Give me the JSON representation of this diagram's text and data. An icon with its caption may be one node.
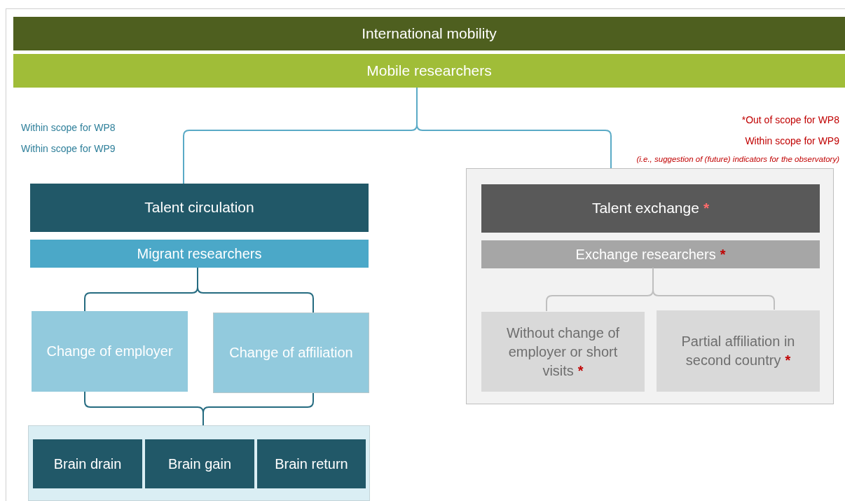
{
  "diagram": {
    "nodes": [
      {
        "text": [
          "International mobility"
        ]
      },
      {
        "text": [
          "Mobile researchers"
        ]
      },
      {
        "text": [
          "Talent circulation"
        ]
      },
      {
        "text": [
          "Migrant researchers"
        ]
      },
      {
        "text": [
          "Change of employer"
        ]
      },
      {
        "text": [
          "Change of affiliation"
        ]
      },
      {
        "text": [],
        "shape": "box"
      },
      {
        "text": [
          "Brain drain"
        ],
        "in": 6
      },
      {
        "text": [
          "Brain gain"
        ],
        "in": 6
      },
      {
        "text": [
          "Brain return"
        ],
        "in": 6
      },
      {
        "text": [],
        "shape": "box"
      },
      {
        "text": [
          "Talent exchange",
          "*"
        ],
        "in": 10
      },
      {
        "text": [
          "Exchange researchers",
          "*"
        ],
        "in": 10
      },
      {
        "text": [
          "Without change of employer or short visits",
          "*"
        ],
        "in": 10
      },
      {
        "text": [
          "Partial affiliation in second country",
          "*"
        ],
        "in": 10
      }
    ],
    "edges": [
      {
        "from": 1,
        "to": 2,
        "arrow": "none",
        "color": "#5aaac6"
      },
      {
        "from": 1,
        "to": 10,
        "arrow": "none",
        "color": "#5aaac6"
      },
      {
        "from": 3,
        "to": 4,
        "arrow": "none"
      },
      {
        "from": 3,
        "to": 5,
        "arrow": "none"
      },
      {
        "from": 4,
        "to": 6,
        "arrow": "none"
      },
      {
        "from": 5,
        "to": 6,
        "arrow": "none"
      },
      {
        "from": 12,
        "to": 13,
        "arrow": "none",
        "color": "#bfbfbf"
      },
      {
        "from": 12,
        "to": 14,
        "arrow": "none",
        "color": "#bfbfbf"
      }
    ],
    "labels": [
      "Within scope for WP8",
      "Within scope for WP9",
      "*Out of scope for WP8",
      "Within scope for WP9",
      "(i.e., suggestion of (future) indicators for the observatory)"
    ]
  }
}
